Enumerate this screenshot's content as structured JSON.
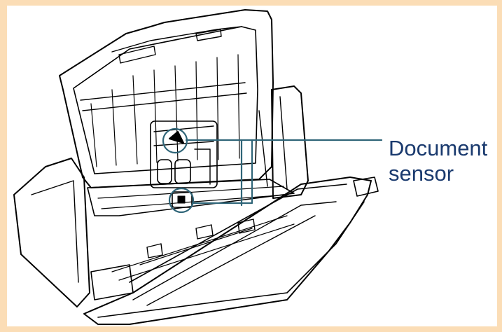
{
  "figure": {
    "callout": {
      "line1": "Document",
      "line2": "sensor"
    },
    "colors": {
      "background": "#FBDDB6",
      "panel": "#FFFFFF",
      "line_art": "#000000",
      "callout": "#2F6578",
      "label_text": "#1A3A6E"
    },
    "subject": "scanner-with-open-adf-cover"
  }
}
